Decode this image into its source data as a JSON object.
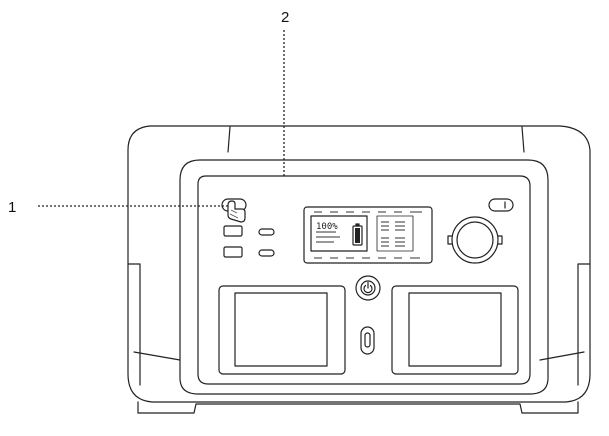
{
  "callouts": {
    "one": "1",
    "two": "2"
  },
  "display": {
    "battery_percent": "100%",
    "battery_level": 1.0
  },
  "colors": {
    "line": "#222222",
    "background": "#ffffff"
  },
  "icons": [
    "power-icon",
    "battery-icon",
    "flashlight-icon",
    "dc-car-outlet-icon"
  ]
}
